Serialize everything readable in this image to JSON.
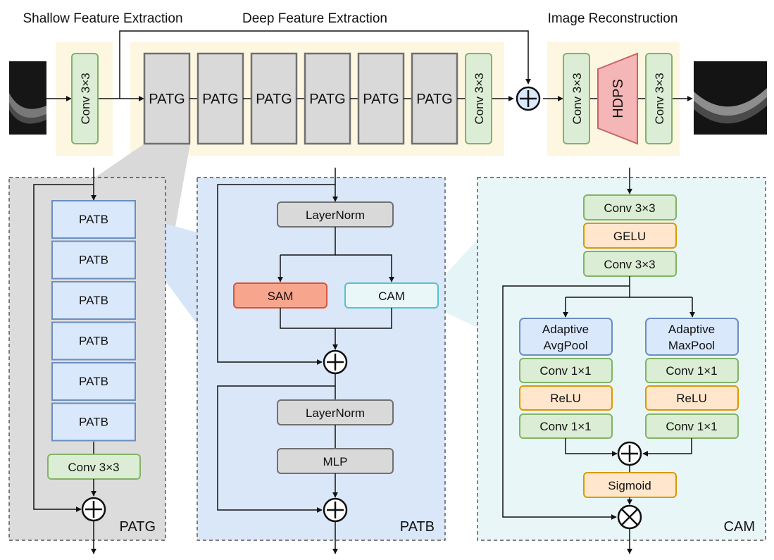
{
  "sections": {
    "shallow": "Shallow Feature Extraction",
    "deep": "Deep Feature Extraction",
    "recon": "Image Reconstruction"
  },
  "top": {
    "conv_shallow": "Conv 3×3",
    "patg_blocks": [
      "PATG",
      "PATG",
      "PATG",
      "PATG",
      "PATG",
      "PATG"
    ],
    "conv_deep": "Conv 3×3",
    "conv_recon_1": "Conv 3×3",
    "hdps": "HDPS",
    "conv_recon_2": "Conv 3×3"
  },
  "patg_panel": {
    "title": "PATG",
    "blocks": [
      "PATB",
      "PATB",
      "PATB",
      "PATB",
      "PATB",
      "PATB"
    ],
    "conv": "Conv 3×3"
  },
  "patb_panel": {
    "title": "PATB",
    "layernorm_1": "LayerNorm",
    "sam": "SAM",
    "cam": "CAM",
    "layernorm_2": "LayerNorm",
    "mlp": "MLP"
  },
  "cam_panel": {
    "title": "CAM",
    "conv_a": "Conv 3×3",
    "gelu": "GELU",
    "conv_b": "Conv 3×3",
    "avg_1": "Adaptive",
    "avg_2": "AvgPool",
    "max_1": "Adaptive",
    "max_2": "MaxPool",
    "conv1_l1": "Conv 1×1",
    "relu_l": "ReLU",
    "conv1_l2": "Conv 1×1",
    "conv1_r1": "Conv 1×1",
    "relu_r": "ReLU",
    "conv1_r2": "Conv 1×1",
    "sigmoid": "Sigmoid"
  },
  "colors": {
    "yellow_bg": "#fdf7e1",
    "gray_panel": "#dcdcdc",
    "blue_panel": "#dae7f8",
    "cyan_panel": "#e9f6f8",
    "green_fill": "#dbedd4",
    "green_stroke": "#82b366",
    "blue_fill": "#dae8fc",
    "blue_stroke": "#6c8ebf",
    "orange_fill": "#ffe6cc",
    "orange_stroke": "#d79b00",
    "red_fill": "#f8a58d",
    "red_stroke": "#d7553b",
    "hdps_fill": "#f4b6b6",
    "hdps_stroke": "#c86464",
    "gray_fill": "#d9d9d9",
    "gray_stroke": "#707070",
    "cyan_stroke": "#56c2cf"
  }
}
